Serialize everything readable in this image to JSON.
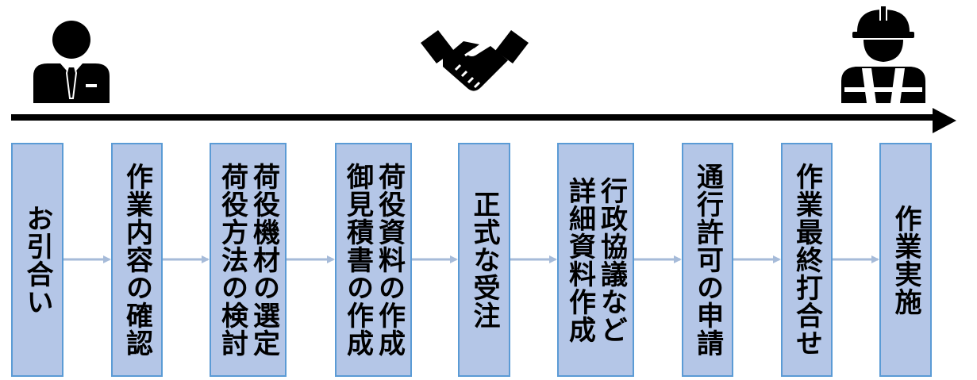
{
  "icons": {
    "left": "businessman-icon",
    "center": "handshake-icon",
    "right": "construction-worker-icon"
  },
  "colors": {
    "step_fill": "#b4c6e7",
    "step_border": "#5b9bd5",
    "connector": "#a6bbd9",
    "timeline": "#000000"
  },
  "steps": [
    {
      "label": "お引合い"
    },
    {
      "label": "作業内容の確認"
    },
    {
      "label": "荷役機材の選定\n荷役方法の検討"
    },
    {
      "label": "荷役資料の作成\n御見積書の作成"
    },
    {
      "label": "正式な受注"
    },
    {
      "label": "行政協議など\n詳細資料作成"
    },
    {
      "label": "通行許可の申請"
    },
    {
      "label": "作業最終打合せ"
    },
    {
      "label": "作業実施"
    }
  ]
}
